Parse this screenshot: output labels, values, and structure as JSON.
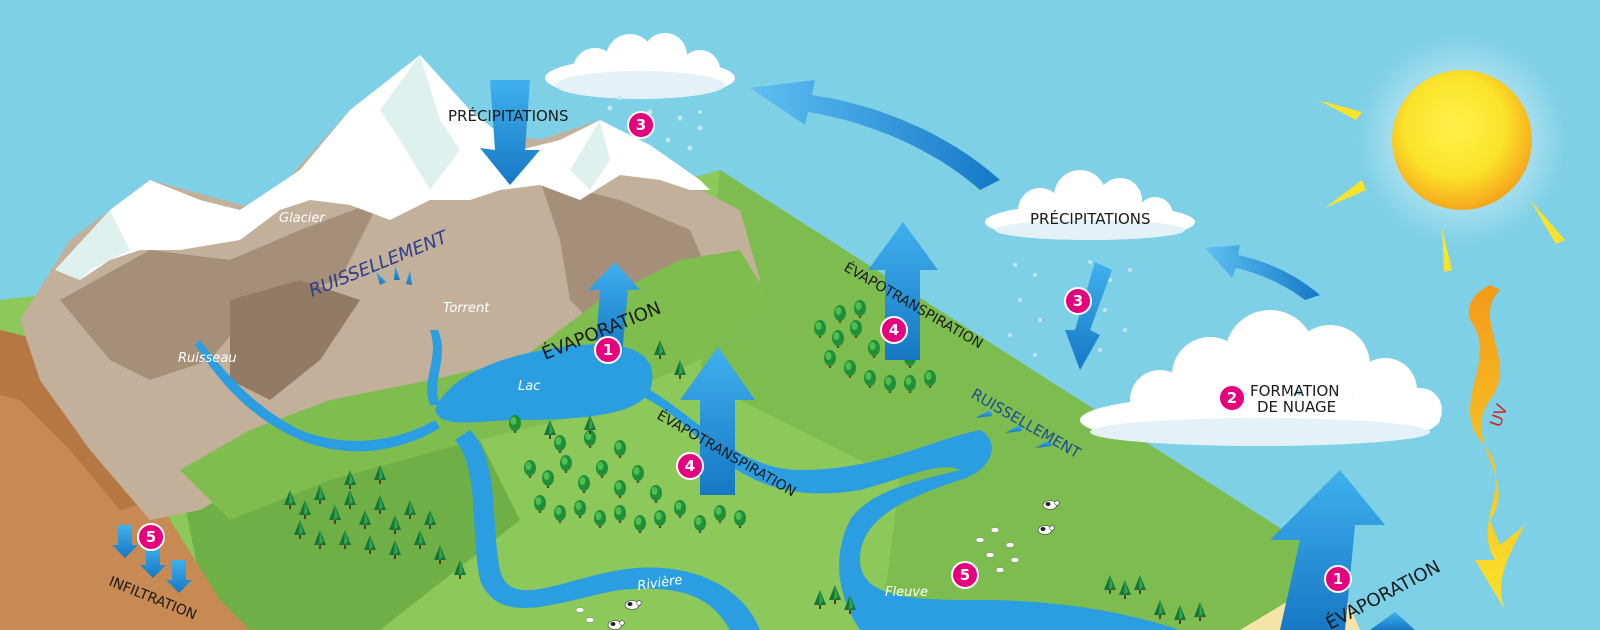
{
  "labels": {
    "precip_top": "PRÉCIPITATIONS",
    "precip_right": "PRÉCIPITATIONS",
    "formation_line1": "FORMATION",
    "formation_line2": "DE NUAGE",
    "evaporation_lake": "ÉVAPORATION",
    "evaporation_sea": "ÉVAPORATION",
    "evapotranspiration_hill": "ÉVAPOTRANSPIRATION",
    "evapotranspiration_forest": "ÉVAPOTRANSPIRATION",
    "ruissellement_mountain": "RUISSELLEMENT",
    "ruissellement_hill": "RUISSELLEMENT",
    "infiltration": "INFILTRATION",
    "uv": "UV"
  },
  "places": {
    "glacier": "Glacier",
    "torrent": "Torrent",
    "ruisseau": "Ruisseau",
    "lac": "Lac",
    "riviere": "Rivière",
    "fleuve": "Fleuve"
  },
  "markers": {
    "m1_lake": "1",
    "m1_sea": "1",
    "m2": "2",
    "m3_top": "3",
    "m3_right": "3",
    "m4_forest": "4",
    "m4_hill": "4",
    "m5_river": "5",
    "m5_ground": "5"
  },
  "colors": {
    "sky": "#7ed0e6",
    "marker": "#e6007e",
    "arrow": "#1e88d0",
    "water": "#2a9ee0",
    "grass": "#8cc85a",
    "rock": "#c2b09a",
    "snow": "#ffffff",
    "sun": "#fbe32a",
    "uv": "#f7a81b",
    "mountain_label": "#2d3e8c"
  },
  "icons": [
    "sun-icon",
    "cloud-icon",
    "raindrop-icon",
    "tree-icon",
    "cow-icon"
  ]
}
